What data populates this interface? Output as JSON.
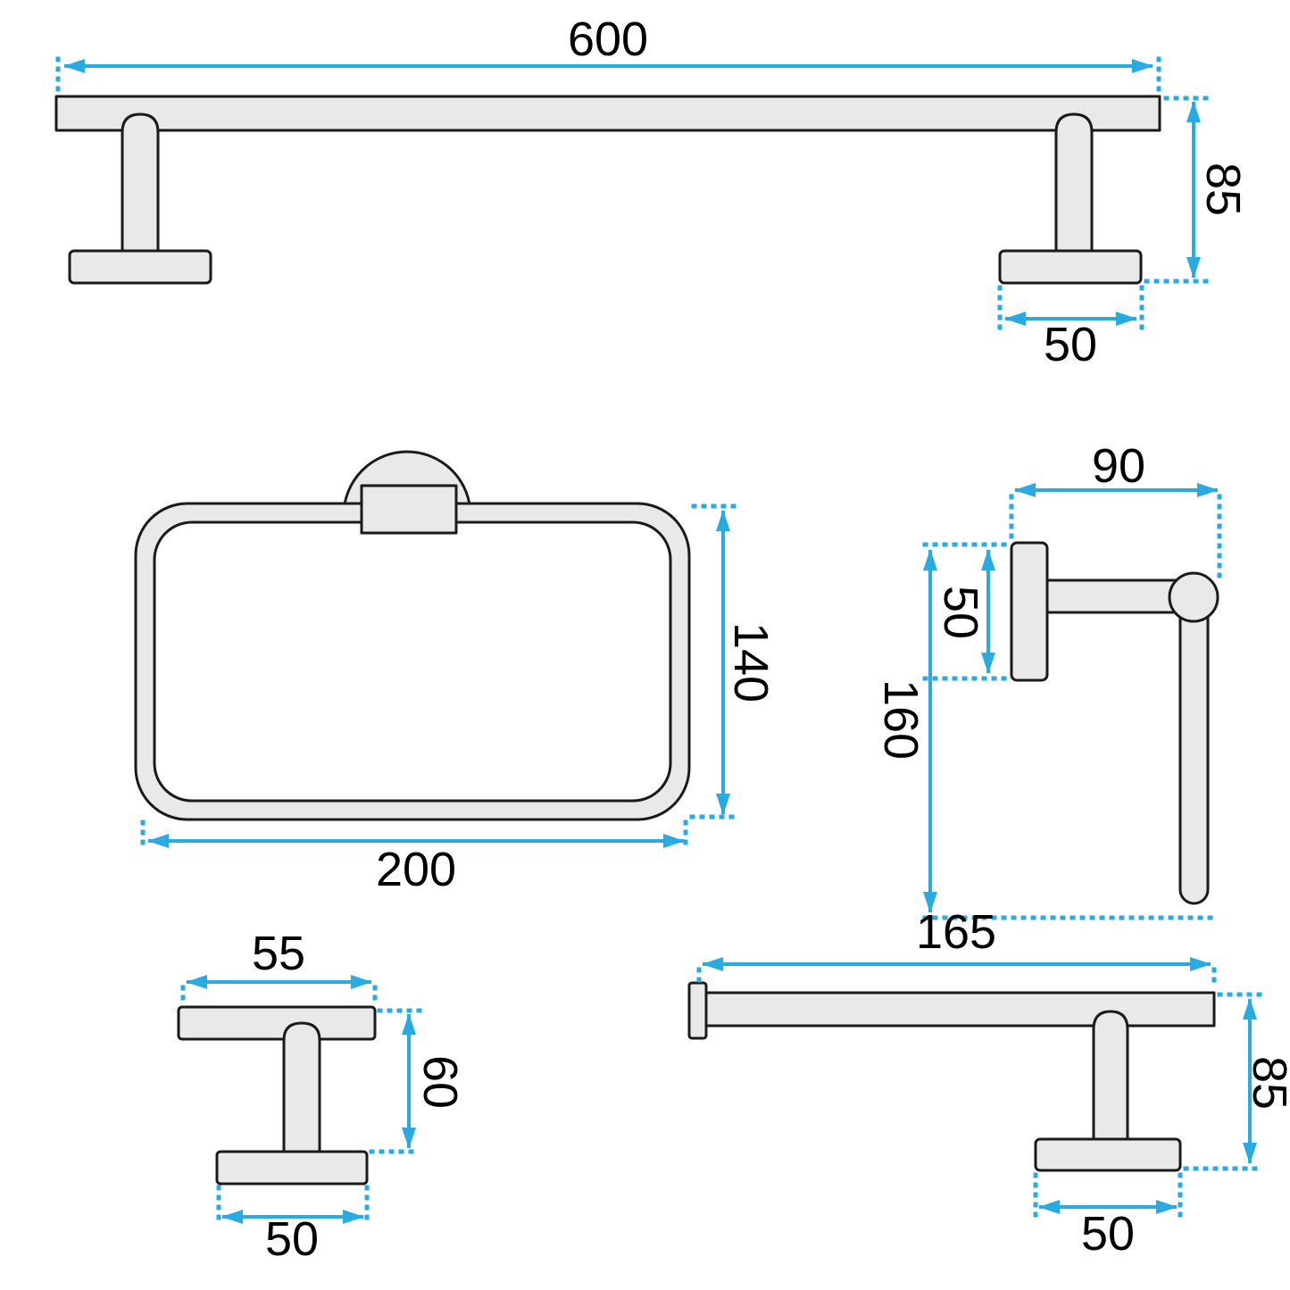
{
  "colors": {
    "dimension": "#29abe2",
    "shape_fill": "#e9e9e9",
    "shape_stroke": "#1a1a1a",
    "label": "#000000",
    "background": "#ffffff"
  },
  "drawings": {
    "towel_bar": {
      "length": "600",
      "height": "85",
      "base": "50"
    },
    "towel_ring": {
      "width": "200",
      "height": "140"
    },
    "paper_holder_vertical": {
      "width": "90",
      "plate_height": "50",
      "height": "160"
    },
    "hook": {
      "width": "55",
      "height": "60",
      "base": "50"
    },
    "paper_holder_horizontal": {
      "length": "165",
      "height": "85",
      "base": "50"
    }
  }
}
